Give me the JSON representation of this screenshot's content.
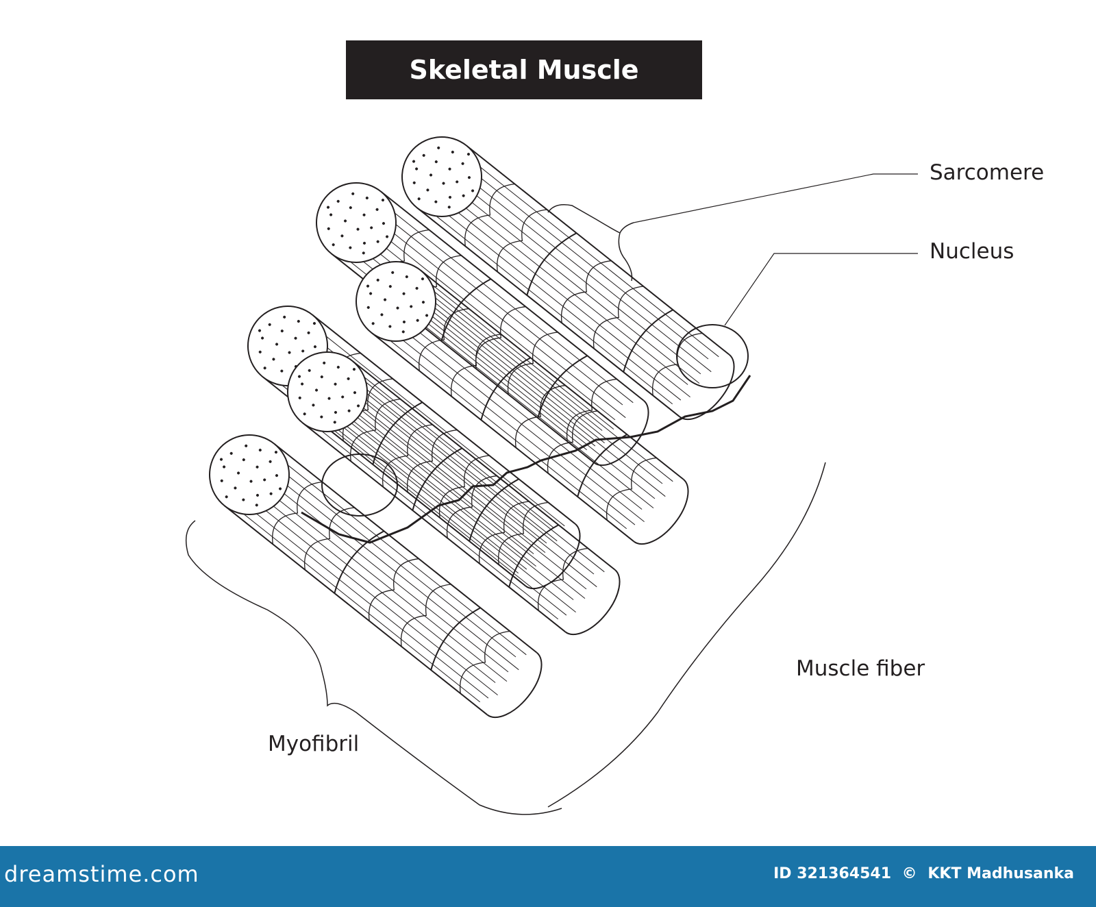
{
  "title": "Skeletal Muscle",
  "labels": {
    "sarcomere": "Sarcomere",
    "nucleus": "Nucleus",
    "muscle_fiber": "Muscle fiber",
    "myofibril": "Myofibril"
  },
  "footer": {
    "logo_text": "dreamstime.com",
    "image_id": "ID 321364541",
    "copyright_symbol": "©",
    "author": "KKT Madhusanka"
  },
  "colors": {
    "line": "#231f20",
    "title_background": "#231f20",
    "footer_background": "#1a74a8"
  }
}
